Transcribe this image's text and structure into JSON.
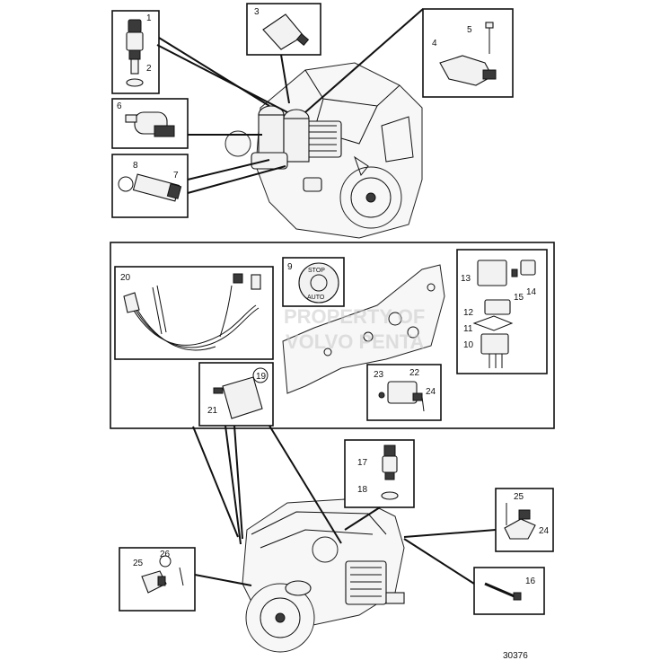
{
  "drawing_number": "30376",
  "watermark_lines": [
    "PROPERTY OF",
    "VOLVO PENTA"
  ],
  "stop_switch": {
    "top_text": "STOP",
    "bottom_text": "AUTO"
  },
  "callouts": {
    "c1": "1",
    "c2": "2",
    "c3": "3",
    "c4": "4",
    "c5": "5",
    "c6": "6",
    "c7": "7",
    "c8": "8",
    "c9": "9",
    "c10": "10",
    "c11": "11",
    "c12": "12",
    "c13": "13",
    "c14": "14",
    "c15": "15",
    "c16": "16",
    "c17": "17",
    "c18": "18",
    "c19": "19",
    "c20": "20",
    "c21": "21",
    "c22": "22",
    "c23": "23",
    "c24a": "24",
    "c24b": "24",
    "c25a": "25",
    "c25b": "25",
    "c26": "26"
  }
}
